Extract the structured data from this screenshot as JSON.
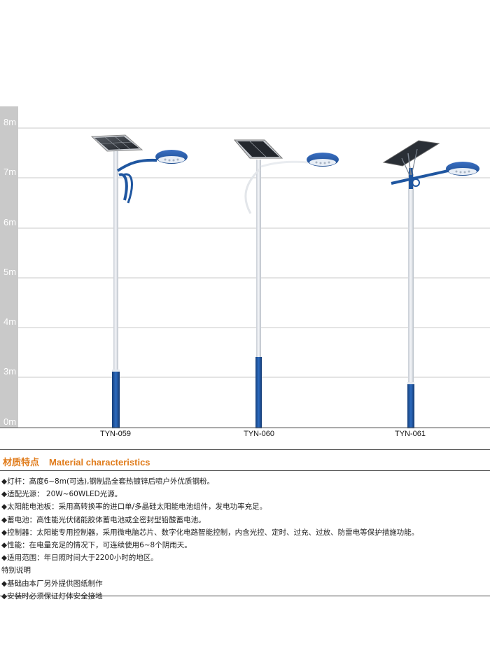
{
  "height_axis": {
    "ticks": [
      "0m",
      "3m",
      "4m",
      "5m",
      "6m",
      "7m",
      "8m"
    ]
  },
  "models": [
    {
      "label": "TYN-059",
      "panel": "blue-panel"
    },
    {
      "label": "TYN-060",
      "panel": "blue-panel"
    },
    {
      "label": "TYN-061",
      "panel": "dark-panel"
    }
  ],
  "colors": {
    "pole_blue": "#1f56a0",
    "pole_silver": "#e4e8ee",
    "accent_orange": "#e07b1a",
    "grid": "#c8c8c8",
    "axis_strip": "#c9c9c9"
  },
  "section": {
    "title_cn": "材质特点",
    "title_en": "Material characteristics"
  },
  "specs": [
    "◆灯杆：高度6~8m(可选),钢制品全套热镀锌后喷户外优质钢粉。",
    "◆适配光源：  20W~60WLED光源。",
    "◆太阳能电池板：采用高转换率的进口单/多晶硅太阳能电池组件，发电功率充足。",
    "◆蓄电池：高性能光伏储能胶体蓄电池或全密封型铅酸蓄电池。",
    "◆控制器：太阳能专用控制器，采用微电脑芯片、数字化电路智能控制，内含光控、定时、过充、过放、防雷电等保护措施功能。",
    "◆性能：在电量充足的情况下，可连续使用6~8个阴雨天。",
    "◆适用范围：年日照时间大于2200小时的地区。",
    "特别说明",
    "◆基础由本厂另外提供图纸制作",
    "◆安装时必须保证灯体安全接地"
  ]
}
